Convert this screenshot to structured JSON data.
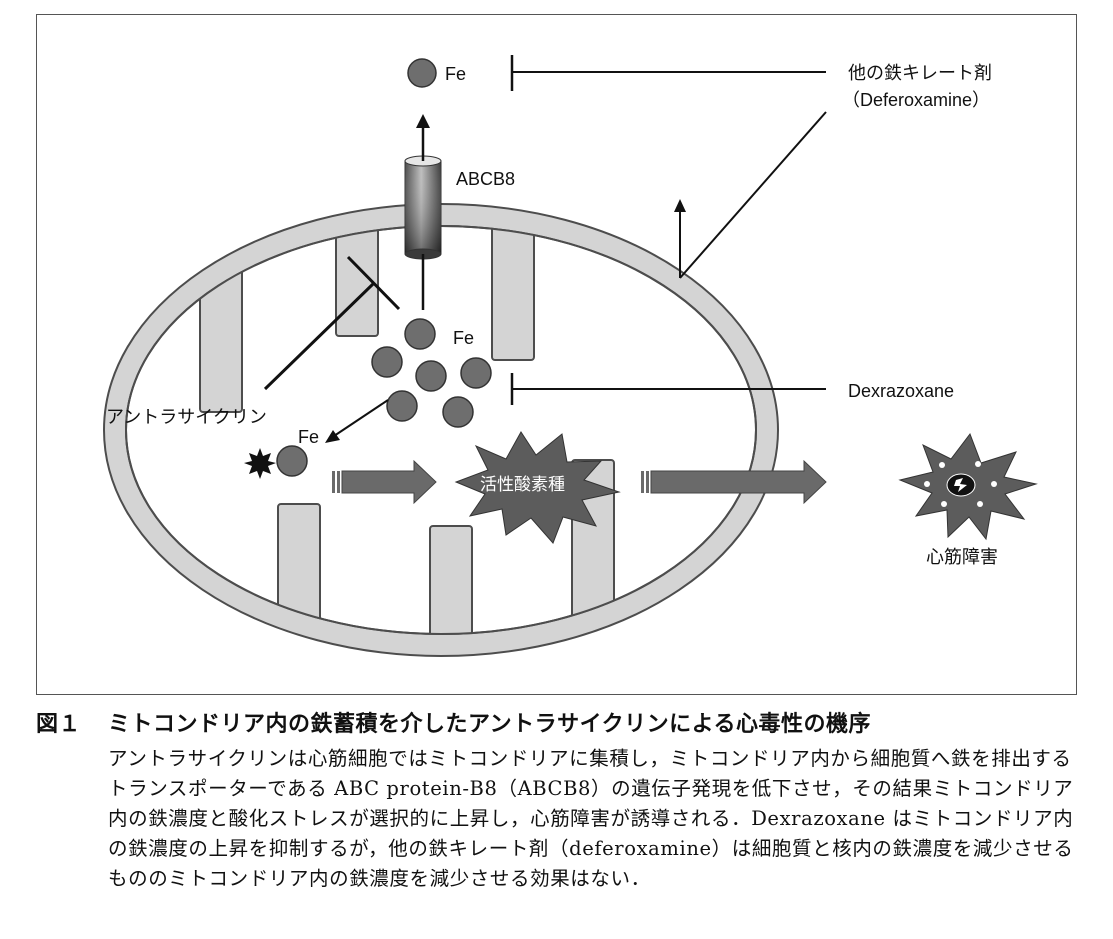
{
  "figure": {
    "labels": {
      "fe_top": "Fe",
      "chelator_line1": "他の鉄キレート剤",
      "chelator_line2": "（Deferoxamine）",
      "abcb8": "ABCB8",
      "fe_cluster": "Fe",
      "dexrazoxane": "Dexrazoxane",
      "anthracycline": "アントラサイクリン",
      "fe_small": "Fe",
      "ros": "活性酸素種",
      "cardiac_injury": "心筋障害"
    },
    "colors": {
      "membrane": "#d4d4d4",
      "iron": "#6e6e6e",
      "arrow": "#6a6a6a",
      "ros": "#5c5c5c"
    }
  },
  "caption": {
    "number": "図１",
    "title": "ミトコンドリア内の鉄蓄積を介したアントラサイクリンによる心毒性の機序",
    "body": "アントラサイクリンは心筋細胞ではミトコンドリアに集積し，ミトコンドリア内から細胞質へ鉄を排出するトランスポーターである ABC protein-B8（ABCB8）の遺伝子発現を低下させ，その結果ミトコンドリア内の鉄濃度と酸化ストレスが選択的に上昇し，心筋障害が誘導される．Dexrazoxane はミトコンドリア内の鉄濃度の上昇を抑制するが，他の鉄キレート剤（deferoxamine）は細胞質と核内の鉄濃度を減少させるもののミトコンドリア内の鉄濃度を減少させる効果はない．"
  }
}
